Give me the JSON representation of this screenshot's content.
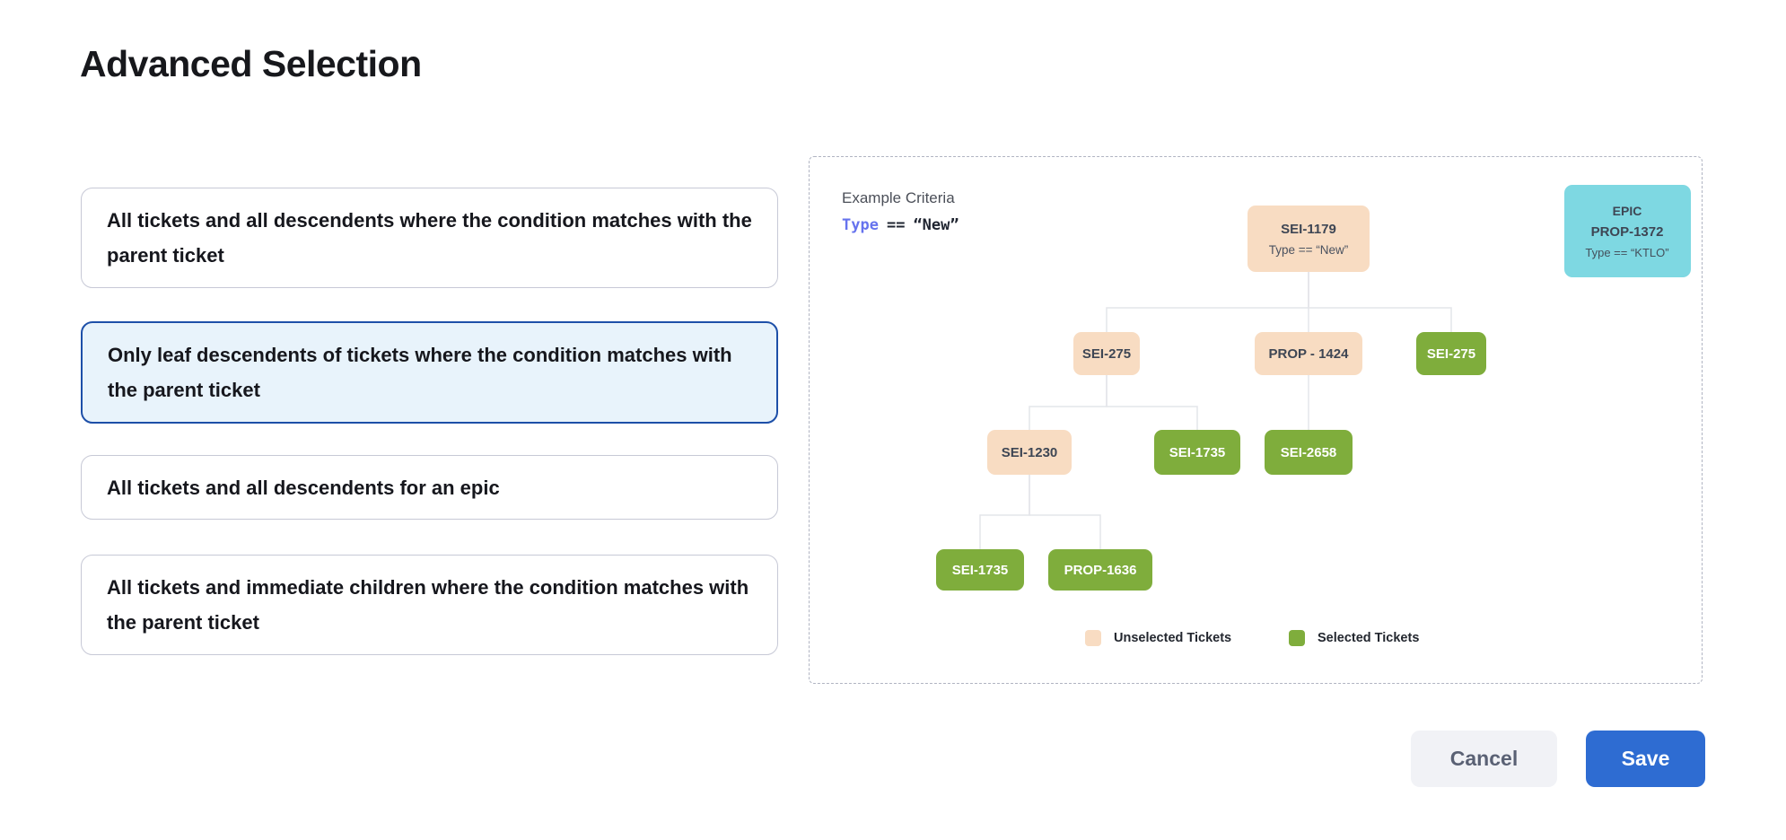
{
  "title": "Advanced Selection",
  "options": [
    {
      "label": "All tickets and all descendents where the condition matches with the parent ticket",
      "selected": false
    },
    {
      "label": "Only leaf descendents of tickets where the condition matches with the parent ticket",
      "selected": true
    },
    {
      "label": "All tickets and all descendents for an epic",
      "selected": false
    },
    {
      "label": "All tickets and immediate children where the condition matches with the parent ticket",
      "selected": false
    }
  ],
  "example": {
    "heading": "Example Criteria",
    "criteria": {
      "field": "Type",
      "operator": "==",
      "value": "“New”"
    }
  },
  "diagram": {
    "nodes": [
      {
        "id": "root",
        "label": "SEI-1179",
        "sublabel": "Type == “New”",
        "variant": "unselected"
      },
      {
        "id": "epic",
        "lines": [
          "EPIC",
          "PROP-1372",
          "Type == “KTLO”"
        ],
        "variant": "epic"
      },
      {
        "id": "n2a",
        "label": "SEI-275",
        "variant": "unselected",
        "parent": "root"
      },
      {
        "id": "n2b",
        "label": "PROP - 1424",
        "variant": "unselected",
        "parent": "root"
      },
      {
        "id": "n2c",
        "label": "SEI-275",
        "variant": "selected",
        "parent": "root"
      },
      {
        "id": "n3a",
        "label": "SEI-1230",
        "variant": "unselected",
        "parent": "n2a"
      },
      {
        "id": "n3b",
        "label": "SEI-1735",
        "variant": "selected",
        "parent": "n2a"
      },
      {
        "id": "n3c",
        "label": "SEI-2658",
        "variant": "selected",
        "parent": "n2b"
      },
      {
        "id": "n4a",
        "label": "SEI-1735",
        "variant": "selected",
        "parent": "n3a"
      },
      {
        "id": "n4b",
        "label": "PROP-1636",
        "variant": "selected",
        "parent": "n3a"
      }
    ],
    "colors": {
      "unselected": "#f8dcc2",
      "selected": "#7fad3c",
      "epic": "#7ed8e2",
      "line": "#e4e5ea"
    },
    "legend": [
      {
        "label": "Unselected Tickets",
        "color": "#f8dcc2"
      },
      {
        "label": "Selected Tickets",
        "color": "#7fad3c"
      }
    ]
  },
  "footer": {
    "cancel_label": "Cancel",
    "save_label": "Save"
  }
}
